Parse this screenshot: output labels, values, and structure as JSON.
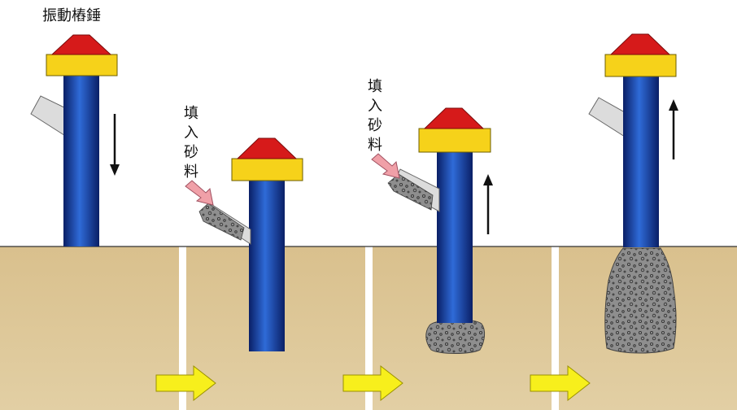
{
  "labels": {
    "hammer": "振動樁錘",
    "fill_chars": [
      "填",
      "入",
      "砂",
      "料"
    ]
  },
  "colors": {
    "soil": "#dcc596",
    "soil_edge": "#b89f6b",
    "pipe_dark": "#0d2a7a",
    "pipe_light": "#2f6bd8",
    "collar": "#f6d21a",
    "collar_edge": "#7a6a00",
    "cap": "#d61a1a",
    "sand": "#8c8c8c",
    "hopper": "#d8d8d8",
    "fill_arrow": "#f0a0a8",
    "step_arrow": "#f7ef1c"
  }
}
